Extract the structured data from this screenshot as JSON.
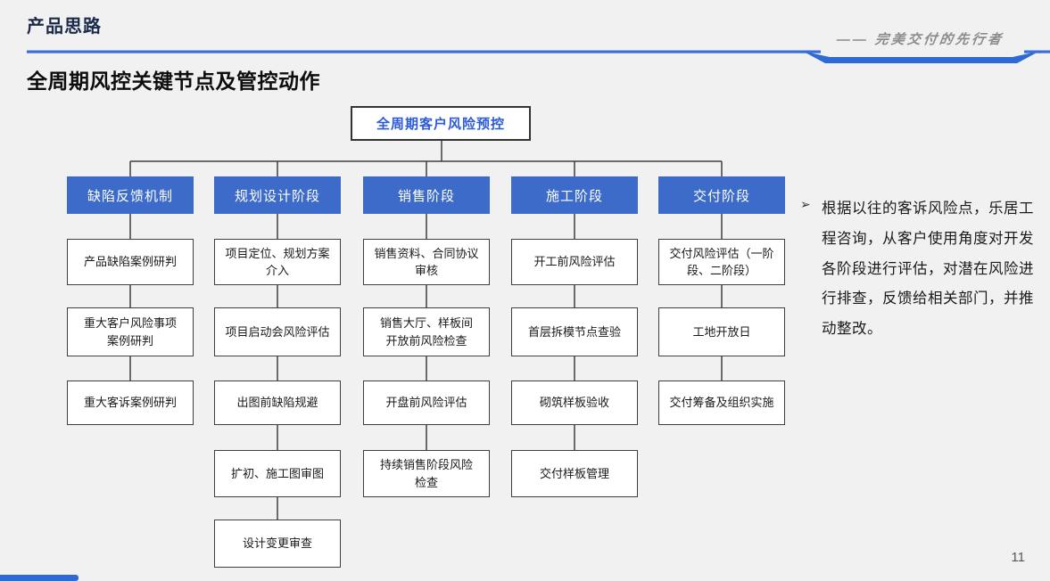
{
  "header": {
    "title": "产品思路",
    "slogan": "—— 完美交付的先行者"
  },
  "slide": {
    "title": "全周期风控关键节点及管控动作",
    "page_number": "11"
  },
  "colors": {
    "background": "#F1F1F2",
    "accent_line_blue": "#3A6FD9",
    "swoosh_blue": "#2E6AD4",
    "stage_header_fill": "#3D6BC9",
    "root_box_text": "#2B5BD7",
    "header_navy": "#1B2A4A"
  },
  "diagram": {
    "root": "全周期客户风险预控",
    "columns": [
      {
        "header": "缺陷反馈机制",
        "boxes": [
          "产品缺陷案例研判",
          "重大客户风险事项\n案例研判",
          "重大客诉案例研判"
        ]
      },
      {
        "header": "规划设计阶段",
        "boxes": [
          "项目定位、规划方案\n介入",
          "项目启动会风险评估",
          "出图前缺陷规避",
          "扩初、施工图审图",
          "设计变更审查"
        ]
      },
      {
        "header": "销售阶段",
        "boxes": [
          "销售资料、合同协议\n审核",
          "销售大厅、样板间\n开放前风险检查",
          "开盘前风险评估",
          "持续销售阶段风险\n检查"
        ]
      },
      {
        "header": "施工阶段",
        "boxes": [
          "开工前风险评估",
          "首层拆模节点查验",
          "砌筑样板验收",
          "交付样板管理"
        ]
      },
      {
        "header": "交付阶段",
        "boxes": [
          "交付风险评估（一阶\n段、二阶段）",
          "工地开放日",
          "交付筹备及组织实施"
        ]
      }
    ]
  },
  "note": {
    "bullet": "➢",
    "text": "根据以往的客诉风险点，乐居工程咨询，从客户使用角度对开发各阶段进行评估，对潜在风险进行排查，反馈给相关部门，并推动整改。"
  }
}
